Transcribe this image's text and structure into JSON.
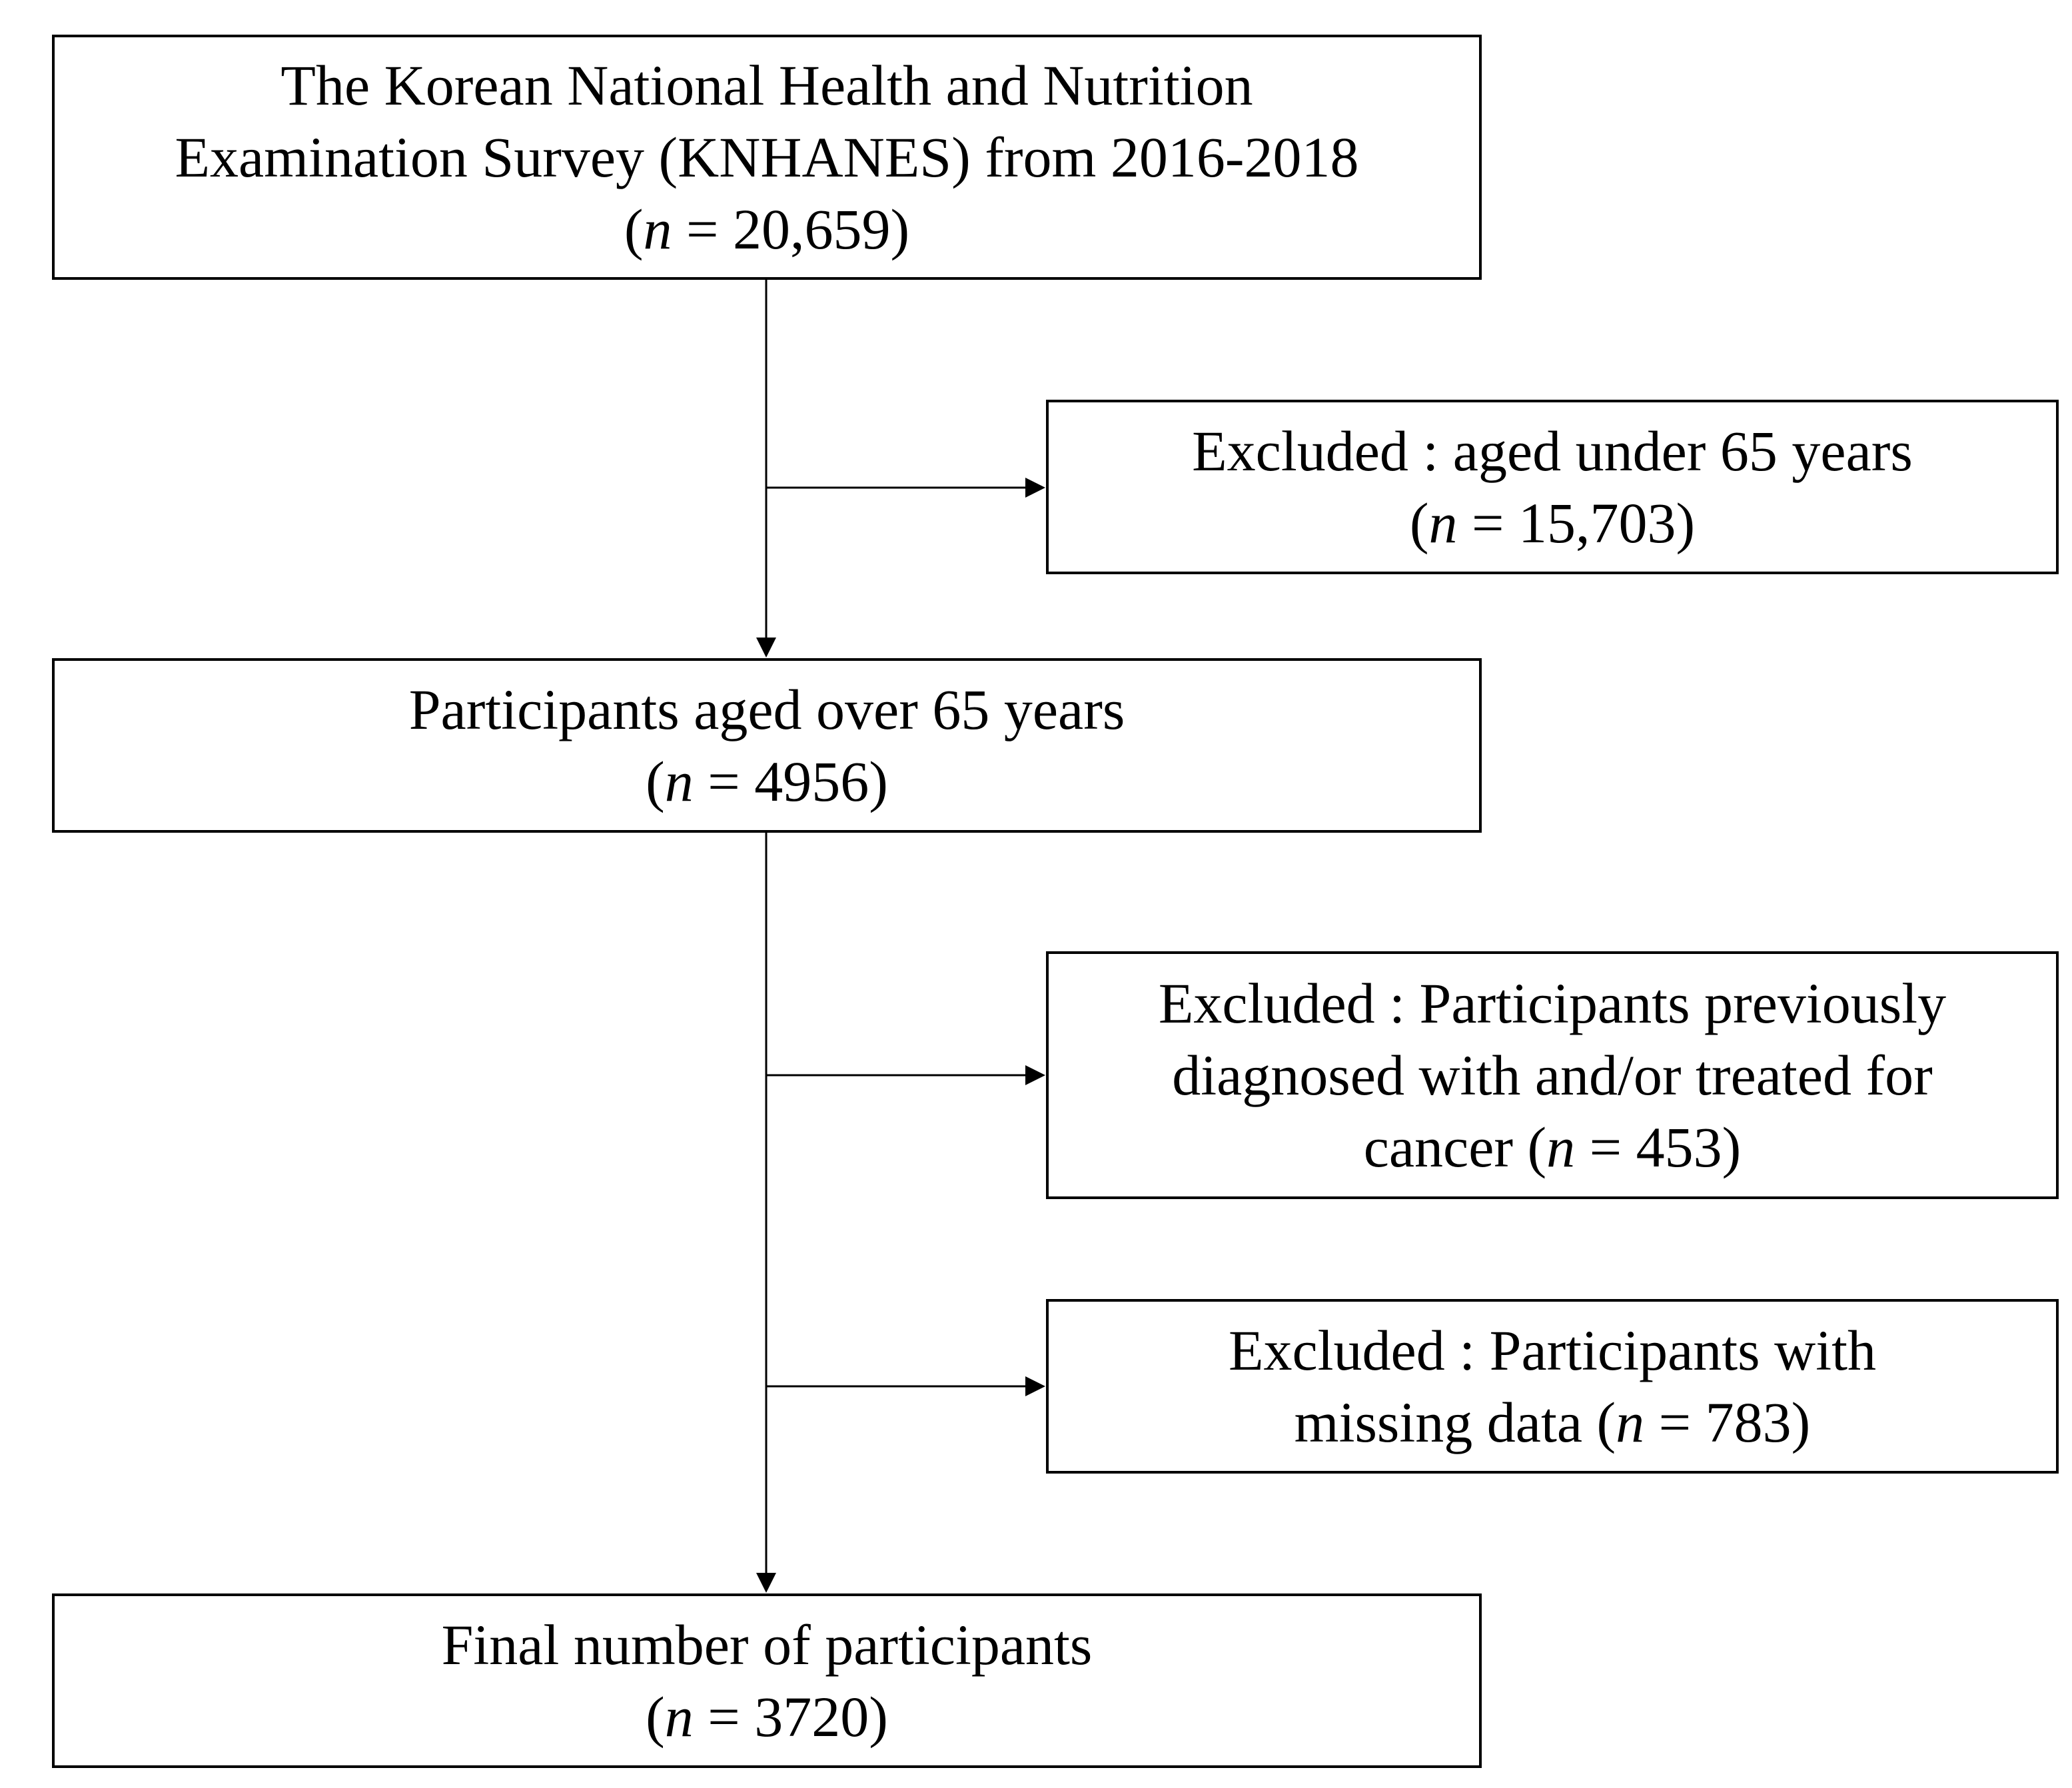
{
  "flowchart": {
    "source": {
      "line1": "The Korean National Health and Nutrition",
      "line2": "Examination Survey (KNHANES) from 2016-2018",
      "count_prefix": "(",
      "count_var": "n",
      "count_value": " = 20,659)"
    },
    "excluded_age": {
      "line1": "Excluded : aged under 65 years",
      "count_prefix": "(",
      "count_var": "n",
      "count_value": " = 15,703)"
    },
    "aged_over": {
      "line1": "Participants aged over 65 years",
      "count_prefix": "(",
      "count_var": "n",
      "count_value": " = 4956)"
    },
    "excluded_cancer": {
      "line1": "Excluded : Participants previously",
      "line2": "diagnosed with and/or treated for",
      "line3_prefix": "cancer (",
      "count_var": "n",
      "count_value": " = 453)"
    },
    "excluded_missing": {
      "line1": "Excluded : Participants with",
      "line2_prefix": "missing data (",
      "count_var": "n",
      "count_value": " = 783)"
    },
    "final": {
      "line1": "Final number of participants",
      "count_prefix": "(",
      "count_var": "n",
      "count_value": " = 3720)"
    }
  },
  "colors": {
    "stroke": "#000000",
    "background": "#ffffff"
  }
}
